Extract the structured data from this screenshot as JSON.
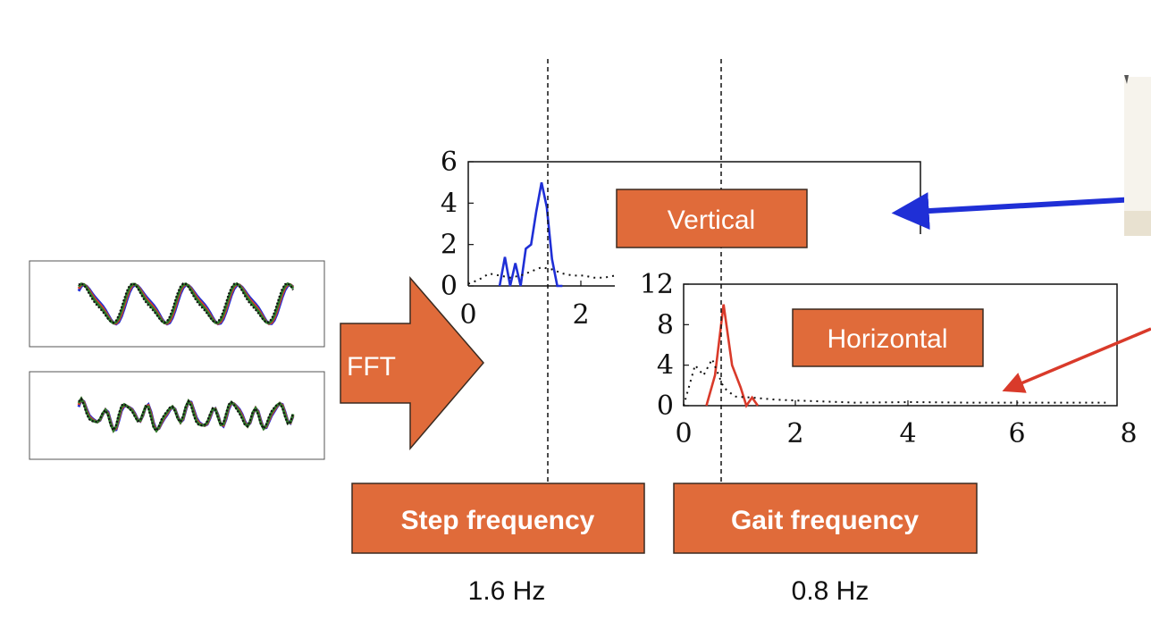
{
  "colors": {
    "box_fill": "#e06b3a",
    "box_stroke": "#3a2a20",
    "blue": "#1f2fd6",
    "red": "#d93a2a",
    "green": "#2e7d2e",
    "black": "#111111"
  },
  "fft_label": "FFT",
  "labels": {
    "vertical": "Vertical",
    "horizontal": "Horizontal",
    "step_frequency": "Step frequency",
    "gait_frequency": "Gait frequency",
    "step_value": "1.6 Hz",
    "gait_value": "0.8 Hz"
  },
  "chart_data": [
    {
      "type": "line",
      "xlim": [
        0,
        2.8
      ],
      "ylim": [
        0,
        6
      ],
      "x_ticks": [
        "0",
        "2"
      ],
      "y_ticks": [
        "0",
        "2",
        "4",
        "6"
      ],
      "series": [
        {
          "color": "#1f2fd6",
          "style": "solid",
          "x": [
            0.6,
            0.7,
            0.8,
            0.9,
            1.0,
            1.1,
            1.2,
            1.3,
            1.4,
            1.5,
            1.6,
            1.7,
            1.8
          ],
          "y": [
            0.0,
            1.4,
            0.0,
            1.1,
            0.0,
            1.8,
            2.0,
            3.6,
            5.0,
            3.8,
            1.3,
            0.0,
            0.0
          ]
        },
        {
          "color": "#111111",
          "style": "dotted",
          "x": [
            0.0,
            0.2,
            0.4,
            0.6,
            0.8,
            1.0,
            1.2,
            1.4,
            1.6,
            1.8,
            2.0,
            2.2,
            2.4,
            2.6,
            2.8
          ],
          "y": [
            0.1,
            0.3,
            0.6,
            0.5,
            0.4,
            0.5,
            0.7,
            0.9,
            0.8,
            0.6,
            0.5,
            0.5,
            0.4,
            0.4,
            0.5
          ]
        }
      ]
    },
    {
      "type": "line",
      "xlim": [
        0,
        7.6
      ],
      "ylim": [
        0,
        12
      ],
      "x_ticks": [
        "0",
        "2",
        "4",
        "6",
        "8"
      ],
      "y_ticks": [
        "0",
        "4",
        "8",
        "12"
      ],
      "series": [
        {
          "color": "#d93a2a",
          "style": "solid",
          "x": [
            0.4,
            0.55,
            0.7,
            0.85,
            1.0,
            1.1,
            1.2,
            1.3
          ],
          "y": [
            0.0,
            3.0,
            10.0,
            4.0,
            1.8,
            0.0,
            0.8,
            0.0
          ],
          "x_scale": "data"
        },
        {
          "color": "#111111",
          "style": "dotted",
          "x": [
            0.0,
            0.2,
            0.35,
            0.5,
            0.7,
            0.9,
            1.2,
            1.6,
            2.0,
            3.0,
            4.0,
            5.0,
            6.0,
            7.0,
            7.4
          ],
          "y": [
            0.0,
            4.0,
            3.0,
            4.6,
            1.8,
            0.9,
            0.8,
            0.6,
            0.5,
            0.3,
            0.35,
            0.3,
            0.3,
            0.3,
            0.3
          ]
        }
      ]
    }
  ]
}
